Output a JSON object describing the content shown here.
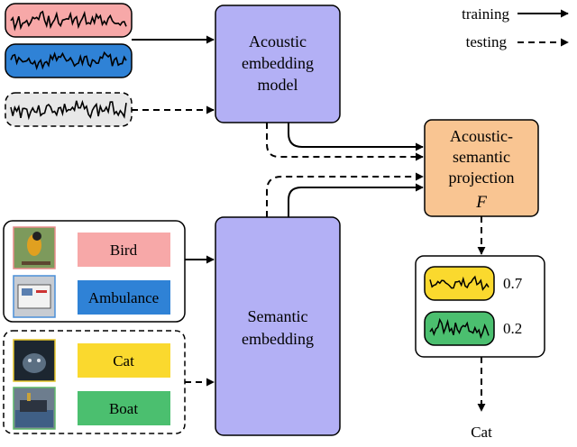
{
  "legend": {
    "training_label": "training",
    "testing_label": "testing"
  },
  "acoustic_model": {
    "line1": "Acoustic",
    "line2": "embedding",
    "line3": "model"
  },
  "semantic_model": {
    "line1": "Semantic",
    "line2": "embedding"
  },
  "projection": {
    "line1": "Acoustic-",
    "line2": "semantic",
    "line3": "projection",
    "symbol": "F"
  },
  "train_classes": [
    {
      "label": "Bird",
      "color": "#f7a8a8",
      "thumb_border": "#e88a8a",
      "thumb_icon": "bird-photo-icon"
    },
    {
      "label": "Ambulance",
      "color": "#2f82d6",
      "thumb_border": "#4a8fd8",
      "thumb_icon": "ambulance-photo-icon"
    }
  ],
  "test_classes": [
    {
      "label": "Cat",
      "color": "#fad92e",
      "thumb_border": "#e5c52a",
      "thumb_icon": "cat-photo-icon"
    },
    {
      "label": "Boat",
      "color": "#4bbf6f",
      "thumb_border": "#5fb86a",
      "thumb_icon": "boat-photo-icon"
    }
  ],
  "waveforms": {
    "train_colors": [
      "#f7a8a8",
      "#2f82d6"
    ],
    "test_color": "#e8e8e8"
  },
  "scores": [
    {
      "value": "0.7",
      "color": "#fad92e"
    },
    {
      "value": "0.2",
      "color": "#4bbf6f"
    }
  ],
  "prediction": "Cat",
  "colors": {
    "model_fill": "#b3b0f5",
    "projection_fill": "#f9c592"
  }
}
